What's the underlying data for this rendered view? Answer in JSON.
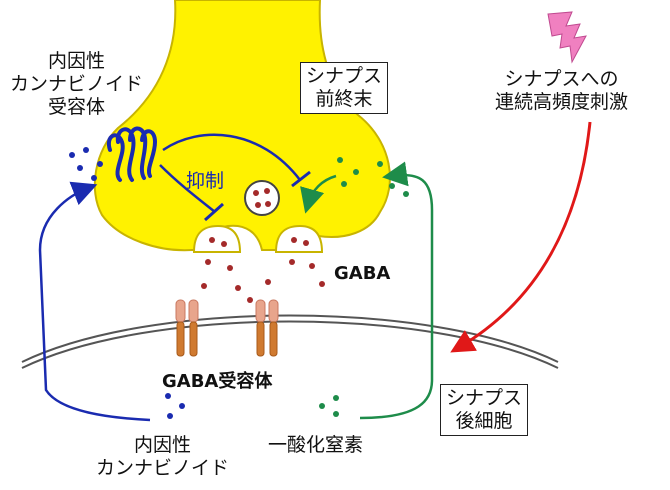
{
  "labels": {
    "presynaptic_terminal": [
      "シナプス",
      "前終末"
    ],
    "stimulation": [
      "シナプスへの",
      "連続高頻度刺激"
    ],
    "receptor_top": [
      "内因性",
      "カンナビノイド",
      "受容体"
    ],
    "inhibition": "抑制",
    "gaba": "GABA",
    "gaba_receptor": "GABA受容体",
    "postsynaptic": [
      "シナプス",
      "後細胞"
    ],
    "endocannabinoid_bottom": [
      "内因性",
      "カンナビノイド"
    ],
    "nitric_oxide": "一酸化窒素"
  },
  "colors": {
    "terminal_fill": "#fff200",
    "terminal_stroke": "#c8b400",
    "inhibit_blue": "#1a2bb0",
    "no_green": "#1e8c4a",
    "stim_red": "#e01818",
    "gaba_dot": "#a42a2a",
    "receptor_pink": "#e8a58c",
    "receptor_orange": "#d07a30",
    "membrane": "#555555",
    "lightning": "#f080c0"
  },
  "icons": {
    "stimulus": "lightning-icon",
    "cb1_receptor": "cannabinoid-receptor-icon",
    "gaba_receptor": "gaba-receptor-icon"
  }
}
